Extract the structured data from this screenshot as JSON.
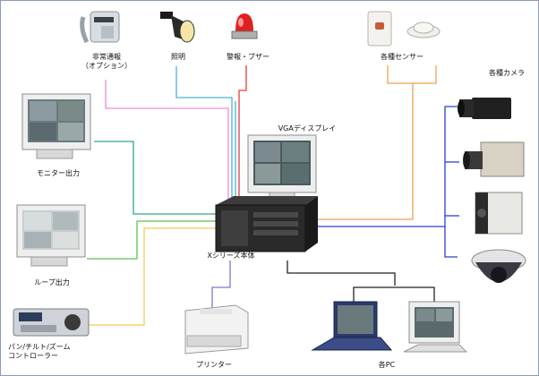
{
  "labels": {
    "phone": "非常通報\n（オプション）",
    "light": "照明",
    "alarm": "警報・ブザー",
    "sensor": "各種センサー",
    "cameras": "各種カメラ",
    "vga": "VGAディスプレイ",
    "monitor": "モニター出力",
    "loop": "ループ出力",
    "main_unit": "Xシリーズ本体",
    "controller": "パン/チルト/ズーム\nコントローラー",
    "printer": "プリンター",
    "pc": "各PC"
  },
  "colors": {
    "phone_line": "#f08adc",
    "light_line": "#4ab0dc",
    "alarm_line": "#e43c3c",
    "sensor_line": "#f0a050",
    "camera_line": "#2840d0",
    "monitor_line": "#30a890",
    "loop_line": "#5ac44e",
    "controller_line": "#f5c85a",
    "printer_line": "#7a78d0",
    "pc_line": "#222222"
  }
}
